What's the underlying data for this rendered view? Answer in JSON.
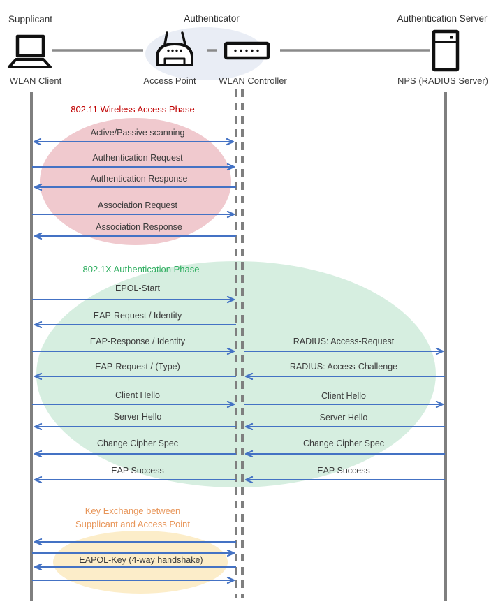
{
  "colors": {
    "arrow": "#4472C4",
    "lifeline": "#7F7F7F",
    "icon_stroke": "#111111",
    "label_text": "#3B3B3B",
    "connector_line": "#8A8A8A",
    "phase1_title": "#C00000",
    "phase1_fill": "#F0C9CE",
    "phase2_title": "#2FAE60",
    "phase2_fill": "#D6EEE0",
    "phase3_title": "#E8965A",
    "phase3_fill": "#FCEDC9",
    "authenticator_fill": "#E9EDF5"
  },
  "header": {
    "supplicant": {
      "role": "Supplicant",
      "device": "WLAN Client",
      "icon": "laptop-icon"
    },
    "authenticator": {
      "role": "Authenticator",
      "devices": [
        {
          "label": "Access Point",
          "icon": "access-point-icon"
        },
        {
          "label": "WLAN Controller",
          "icon": "wlan-controller-icon"
        }
      ]
    },
    "authentication_server": {
      "role": "Authentication Server",
      "device": "NPS (RADIUS Server)",
      "icon": "server-icon"
    }
  },
  "phases": [
    {
      "title": "802.11 Wireless Access Phase",
      "messages": [
        {
          "label": "Active/Passive scanning",
          "from": "WLAN Client",
          "to": "WLAN Controller",
          "direction": "both"
        },
        {
          "label": "Authentication Request",
          "from": "WLAN Client",
          "to": "WLAN Controller",
          "direction": "right"
        },
        {
          "label": "Authentication Response",
          "from": "WLAN Controller",
          "to": "WLAN Client",
          "direction": "left"
        },
        {
          "label": "Association Request",
          "from": "WLAN Client",
          "to": "WLAN Controller",
          "direction": "right"
        },
        {
          "label": "Association Response",
          "from": "WLAN Controller",
          "to": "WLAN Client",
          "direction": "left"
        }
      ]
    },
    {
      "title": "802.1X Authentication Phase",
      "messages_left": [
        {
          "label": "EPOL-Start",
          "from": "WLAN Client",
          "to": "WLAN Controller",
          "direction": "right"
        },
        {
          "label": "EAP-Request / Identity",
          "from": "WLAN Controller",
          "to": "WLAN Client",
          "direction": "left"
        },
        {
          "label": "EAP-Response / Identity",
          "from": "WLAN Client",
          "to": "WLAN Controller",
          "direction": "right"
        },
        {
          "label": "EAP-Request / (Type)",
          "from": "WLAN Controller",
          "to": "WLAN Client",
          "direction": "left"
        },
        {
          "label": "Client Hello",
          "from": "WLAN Client",
          "to": "WLAN Controller",
          "direction": "right"
        },
        {
          "label": "Server Hello",
          "from": "WLAN Controller",
          "to": "WLAN Client",
          "direction": "left"
        },
        {
          "label": "Change Cipher Spec",
          "from": "WLAN Controller",
          "to": "WLAN Client",
          "direction": "left"
        },
        {
          "label": "EAP Success",
          "from": "WLAN Controller",
          "to": "WLAN Client",
          "direction": "left"
        }
      ],
      "messages_right": [
        {
          "label": "RADIUS: Access-Request",
          "from": "WLAN Controller",
          "to": "NPS (RADIUS Server)",
          "direction": "right"
        },
        {
          "label": "RADIUS: Access-Challenge",
          "from": "NPS (RADIUS Server)",
          "to": "WLAN Controller",
          "direction": "left"
        },
        {
          "label": "Client Hello",
          "from": "WLAN Controller",
          "to": "NPS (RADIUS Server)",
          "direction": "right"
        },
        {
          "label": "Server Hello",
          "from": "NPS (RADIUS Server)",
          "to": "WLAN Controller",
          "direction": "left"
        },
        {
          "label": "Change Cipher Spec",
          "from": "NPS (RADIUS Server)",
          "to": "WLAN Controller",
          "direction": "left"
        },
        {
          "label": "EAP Success",
          "from": "NPS (RADIUS Server)",
          "to": "WLAN Controller",
          "direction": "left"
        }
      ]
    },
    {
      "title_line1": "Key Exchange between",
      "title_line2": "Supplicant and Access Point",
      "messages": [
        {
          "label": "EAPOL-Key (4-way handshake)",
          "from": "WLAN Client",
          "to": "WLAN Controller",
          "direction": "both"
        }
      ],
      "unlabeled_arrow_directions": [
        "left",
        "right",
        "left",
        "right"
      ]
    }
  ]
}
